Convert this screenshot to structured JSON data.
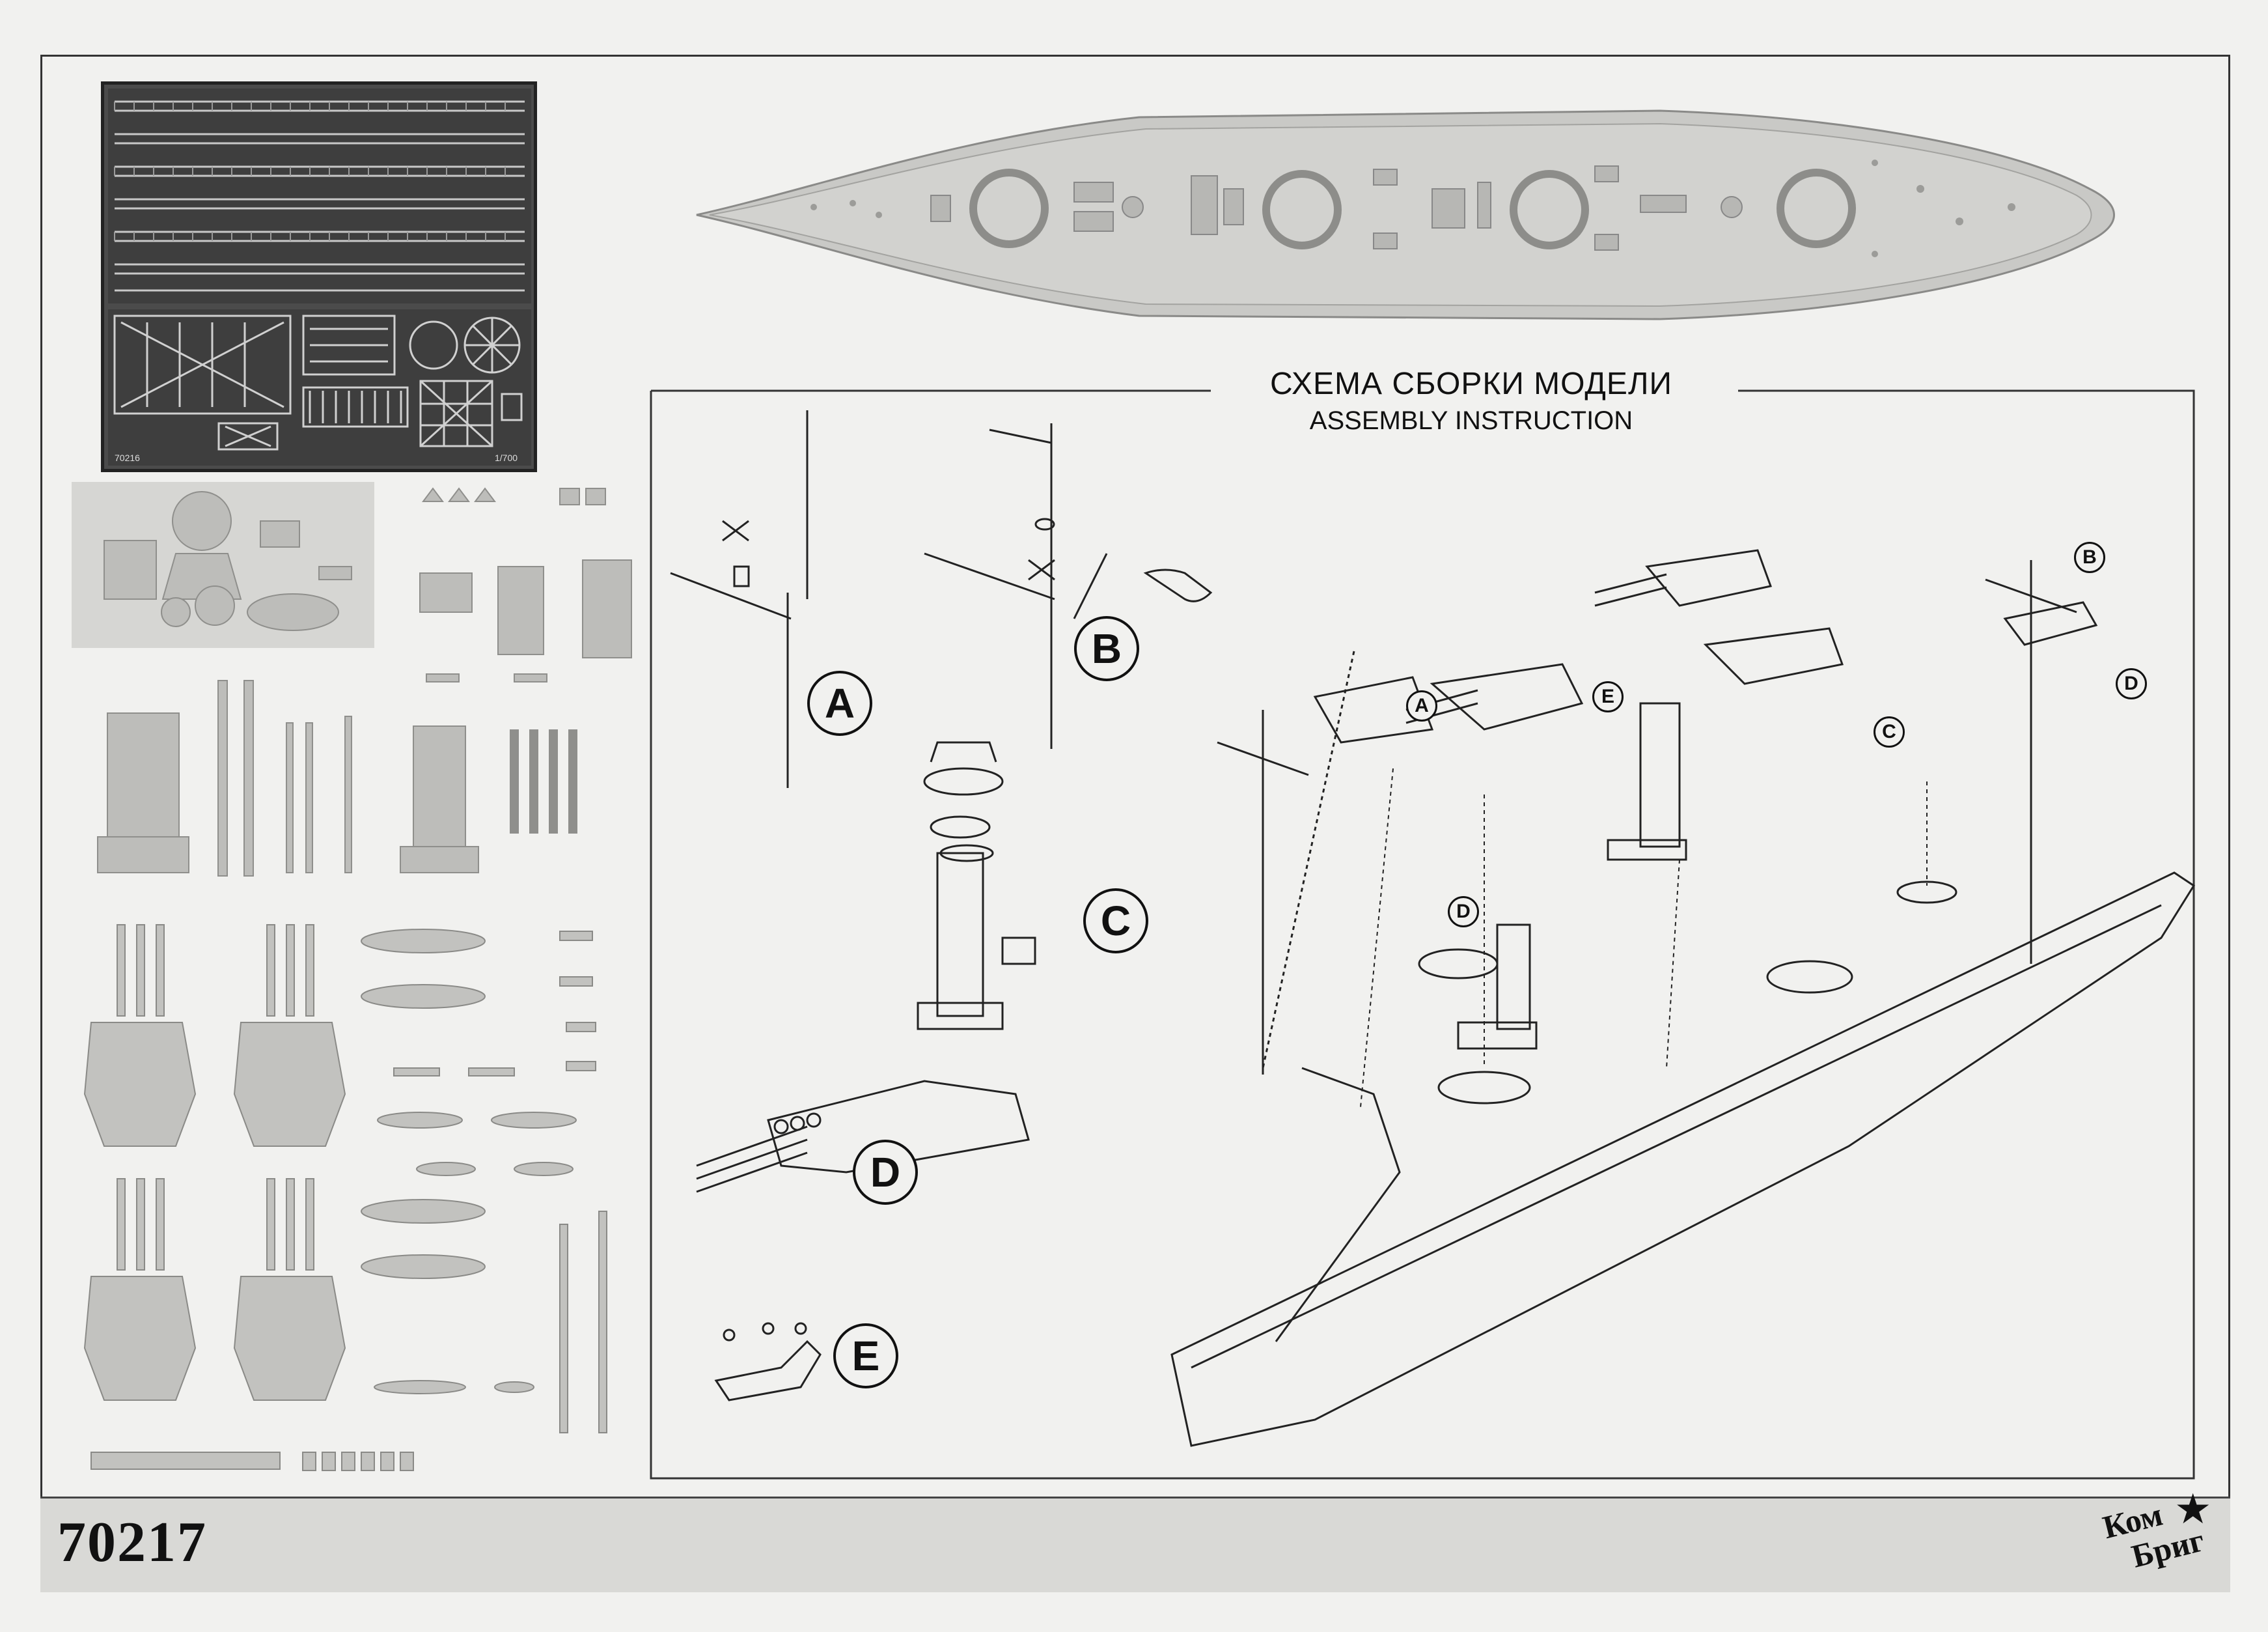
{
  "kit_number": "70217",
  "instruction": {
    "title_ru": "СХЕМА СБОРКИ МОДЕЛИ",
    "title_en": "ASSEMBLY INSTRUCTION"
  },
  "photo_etch": {
    "code": "70216",
    "scale": "1/700"
  },
  "callouts": {
    "a": "A",
    "b": "B",
    "c": "C",
    "d": "D",
    "e": "E"
  },
  "brand": {
    "line1": "Ком",
    "line2": "Бриг"
  }
}
